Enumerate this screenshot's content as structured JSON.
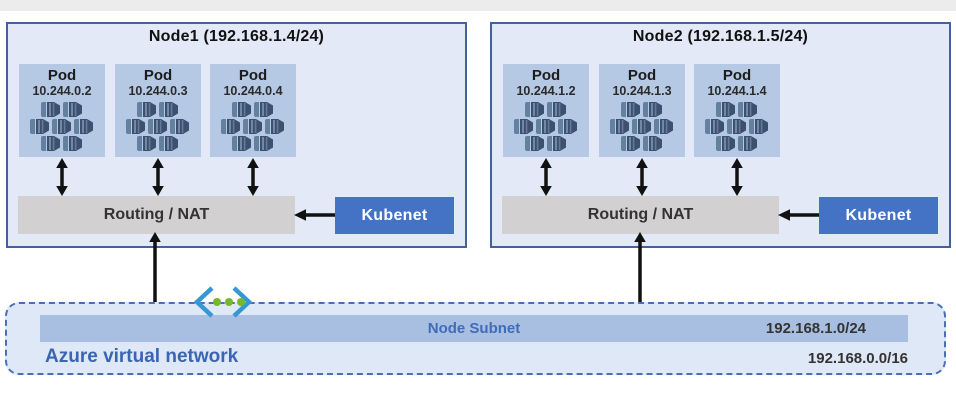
{
  "nodes": [
    {
      "title": "Node1 (192.168.1.4/24)",
      "pods": [
        {
          "label": "Pod",
          "ip": "10.244.0.2"
        },
        {
          "label": "Pod",
          "ip": "10.244.0.3"
        },
        {
          "label": "Pod",
          "ip": "10.244.0.4"
        }
      ],
      "router_label": "Routing / NAT",
      "agent_label": "Kubenet"
    },
    {
      "title": "Node2 (192.168.1.5/24)",
      "pods": [
        {
          "label": "Pod",
          "ip": "10.244.1.2"
        },
        {
          "label": "Pod",
          "ip": "10.244.1.3"
        },
        {
          "label": "Pod",
          "ip": "10.244.1.4"
        }
      ],
      "router_label": "Routing / NAT",
      "agent_label": "Kubenet"
    }
  ],
  "vnet": {
    "label": "Azure virtual network",
    "subnet_label": "Node Subnet",
    "subnet_cidr": "192.168.1.0/24",
    "vnet_cidr": "192.168.0.0/16"
  },
  "icons": {
    "pod_icon": "container-cluster-icon",
    "vnet_icon": "virtual-network-brackets-icon"
  },
  "colors": {
    "accent_blue": "#4472c4",
    "node_bg": "#e3e9f6",
    "node_border": "#44619e",
    "pod_bg": "#b5c8e4",
    "pod_icon": "#3c5170",
    "routing_bg": "#d2d0d0",
    "vnet_bg": "#dfe8f6",
    "vnet_border": "#4a6fb8",
    "subnet_bar_bg": "#a9bfe2",
    "subnet_text": "#3e6cb8",
    "vnet_label": "#3a65b3",
    "icon_bracket": "#3598d4",
    "icon_dot": "#76b82a",
    "arrow": "#111111"
  }
}
